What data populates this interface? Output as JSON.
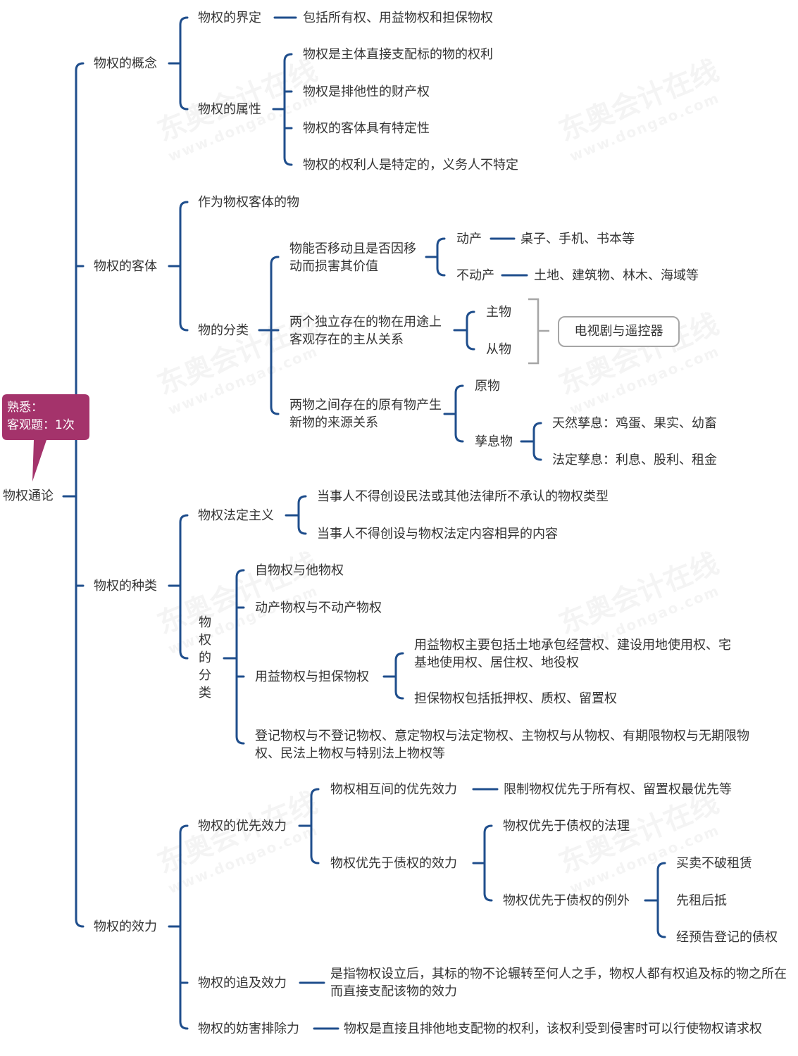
{
  "callout": {
    "line1": "熟悉：",
    "line2": "客观题：1次",
    "color": "#a4336b"
  },
  "root": "物权通论",
  "branches": {
    "concept": {
      "label": "物权的概念",
      "definition": {
        "label": "物权的界定",
        "detail": "包括所有权、用益物权和担保物权"
      },
      "attributes": {
        "label": "物权的属性",
        "items": [
          "物权是主体直接支配标的物的权利",
          "物权是排他性的财产权",
          "物权的客体具有特定性",
          "物权的权利人是特定的，义务人不特定"
        ]
      }
    },
    "object": {
      "label": "物权的客体",
      "as_object": "作为物权客体的物",
      "classification": {
        "label": "物的分类",
        "movable": {
          "label": "物能否移动且是否因移动而损害其价值",
          "movable": {
            "label": "动产",
            "detail": "桌子、手机、书本等"
          },
          "immovable": {
            "label": "不动产",
            "detail": "土地、建筑物、林木、海域等"
          }
        },
        "principal": {
          "label": "两个独立存在的物在用途上客观存在的主从关系",
          "main": "主物",
          "accessory": "从物",
          "example": "电视剧与遥控器"
        },
        "origin": {
          "label": "两物之间存在的原有物产生新物的来源关系",
          "original": "原物",
          "fruit": {
            "label": "孳息物",
            "natural": "天然孳息：鸡蛋、果实、幼畜",
            "legal": "法定孳息：利息、股利、租金"
          }
        }
      }
    },
    "types": {
      "label": "物权的种类",
      "statutory": {
        "label": "物权法定主义",
        "items": [
          "当事人不得创设民法或其他法律所不承认的物权类型",
          "当事人不得创设与物权法定内容相异的内容"
        ]
      },
      "classification": {
        "label": "物权的分类",
        "self_other": "自物权与他物权",
        "movable_immovable": "动产物权与不动产物权",
        "usufruct_security": {
          "label": "用益物权与担保物权",
          "usufruct": "用益物权主要包括土地承包经营权、建设用地使用权、宅基地使用权、居住权、地役权",
          "security": "担保物权包括抵押权、质权、留置权"
        },
        "others": "登记物权与不登记物权、意定物权与法定物权、主物权与从物权、有期限物权与无期限物权、民法上物权与特别法上物权等"
      }
    },
    "effect": {
      "label": "物权的效力",
      "priority": {
        "label": "物权的优先效力",
        "mutual": {
          "label": "物权相互间的优先效力",
          "detail": "限制物权优先于所有权、留置权最优先等"
        },
        "over_debt": {
          "label": "物权优先于债权的效力",
          "principle": "物权优先于债权的法理",
          "exceptions": {
            "label": "物权优先于债权的例外",
            "items": [
              "买卖不破租赁",
              "先租后抵",
              "经预告登记的债权"
            ]
          }
        }
      },
      "pursuit": {
        "label": "物权的追及效力",
        "detail": "是指物权设立后，其标的物不论辗转至何人之手，物权人都有权追及标的物之所在而直接支配该物的效力"
      },
      "exclusion": {
        "label": "物权的妨害排除力",
        "detail": "物权是直接且排他地支配物的权利，该权利受到侵害时可以行使物权请求权"
      }
    }
  },
  "watermark": {
    "brand": "东奥会计在线",
    "url": "www.dongao.com"
  },
  "colors": {
    "connector": "#1f4e8c",
    "box_border": "#a6a6a6",
    "text": "#333333"
  }
}
